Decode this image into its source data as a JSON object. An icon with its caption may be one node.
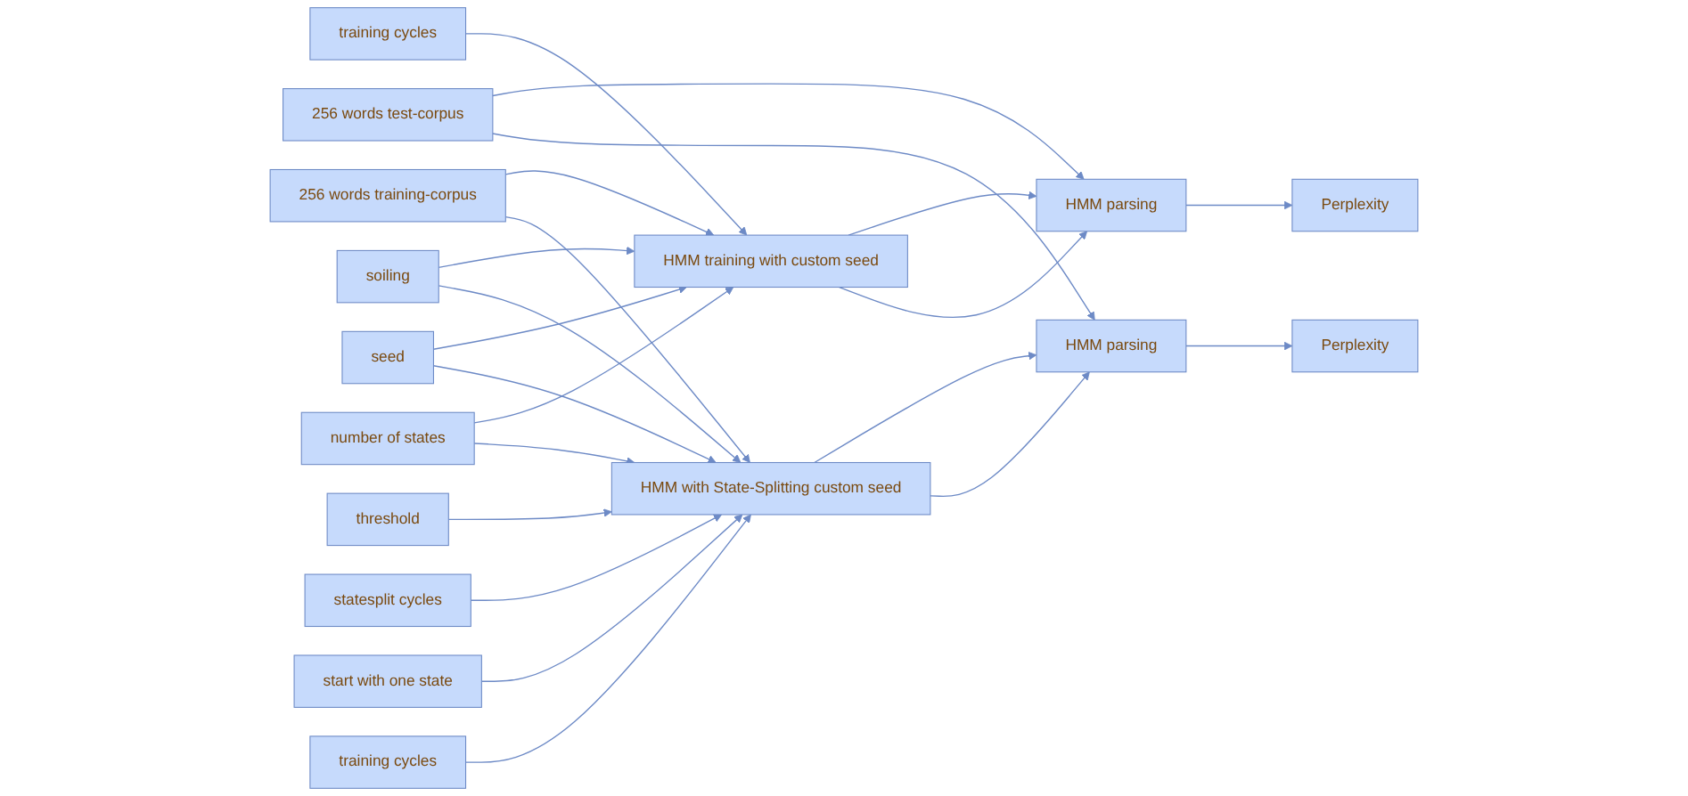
{
  "diagram": {
    "nodes": [
      {
        "text": [
          "256 words training-corpus"
        ]
      },
      {
        "text": [
          "training cycles"
        ]
      },
      {
        "text": [
          "soiling"
        ]
      },
      {
        "text": [
          "seed"
        ]
      },
      {
        "text": [
          "number of states"
        ]
      },
      {
        "text": [
          "threshold"
        ]
      },
      {
        "text": [
          "statesplit cycles"
        ]
      },
      {
        "text": [
          "start with one state"
        ]
      },
      {
        "text": [
          "training cycles"
        ]
      },
      {
        "text": [
          "HMM training with custom seed"
        ]
      },
      {
        "text": [
          "HMM with State-Splitting custom seed"
        ]
      },
      {
        "text": [
          "256 words test-corpus"
        ]
      },
      {
        "text": [
          "HMM parsing"
        ]
      },
      {
        "text": [
          "HMM parsing"
        ]
      },
      {
        "text": [
          "Perplexity"
        ]
      },
      {
        "text": [
          "Perplexity"
        ]
      }
    ],
    "edges": [
      {
        "from": 0,
        "to": 9,
        "arrow": "to"
      },
      {
        "from": 1,
        "to": 9,
        "arrow": "to"
      },
      {
        "from": 2,
        "to": 9,
        "arrow": "to"
      },
      {
        "from": 3,
        "to": 9,
        "arrow": "to"
      },
      {
        "from": 4,
        "to": 9,
        "arrow": "to"
      },
      {
        "from": 0,
        "to": 10,
        "arrow": "to"
      },
      {
        "from": 2,
        "to": 10,
        "arrow": "to"
      },
      {
        "from": 3,
        "to": 10,
        "arrow": "to"
      },
      {
        "from": 4,
        "to": 10,
        "arrow": "to"
      },
      {
        "from": 5,
        "to": 10,
        "arrow": "to"
      },
      {
        "from": 6,
        "to": 10,
        "arrow": "to"
      },
      {
        "from": 7,
        "to": 10,
        "arrow": "to"
      },
      {
        "from": 8,
        "to": 10,
        "arrow": "to"
      },
      {
        "from": 11,
        "to": 12,
        "arrow": "to"
      },
      {
        "from": 9,
        "to": 12,
        "arrow": "to"
      },
      {
        "from": 9,
        "to": 12,
        "arrow": "to"
      },
      {
        "from": 11,
        "to": 13,
        "arrow": "to"
      },
      {
        "from": 10,
        "to": 13,
        "arrow": "to"
      },
      {
        "from": 10,
        "to": 13,
        "arrow": "to"
      },
      {
        "from": 12,
        "to": 14,
        "arrow": "to"
      },
      {
        "from": 13,
        "to": 15,
        "arrow": "to"
      }
    ]
  }
}
